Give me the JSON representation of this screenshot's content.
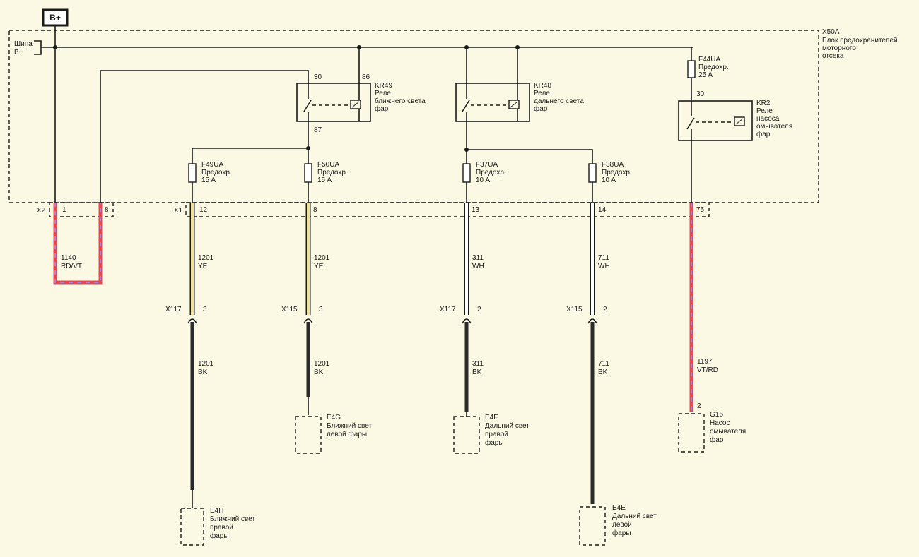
{
  "supply": {
    "label": "B+"
  },
  "fuse_block": {
    "id": "X50A",
    "name_lines": [
      "Блок предохранителей",
      "моторного",
      "отсека"
    ],
    "bus_lines": [
      "Шина",
      "B+"
    ]
  },
  "connectors": {
    "x2": "X2",
    "x1": "X1",
    "x117": "X117",
    "x115": "X115"
  },
  "pins": {
    "x2_1": "1",
    "x2_8": "8",
    "x1_12": "12",
    "x1_8": "8",
    "x1_13": "13",
    "x1_14": "14",
    "x1_75": "75",
    "x117_3": "3",
    "x115_3": "3",
    "x117_2": "2",
    "x115_2": "2",
    "g16_2": "2"
  },
  "relays": [
    {
      "id": "KR49",
      "lines": [
        "Реле",
        "ближнего света",
        "фар"
      ],
      "pin_in": "30",
      "pin_coil": "86",
      "pin_out": "87"
    },
    {
      "id": "KR48",
      "lines": [
        "Реле",
        "дальнего света",
        "фар"
      ]
    },
    {
      "id": "KR2",
      "lines": [
        "Реле",
        "насоса",
        "омывателя",
        "фар"
      ],
      "pin_in": "30"
    }
  ],
  "fuses": [
    {
      "id": "F49UA",
      "label": "Предохр.",
      "rating": "15 A"
    },
    {
      "id": "F50UA",
      "label": "Предохр.",
      "rating": "15 A"
    },
    {
      "id": "F37UA",
      "label": "Предохр.",
      "rating": "10 A"
    },
    {
      "id": "F38UA",
      "label": "Предохр.",
      "rating": "10 A"
    },
    {
      "id": "F44UA",
      "label": "Предохр.",
      "rating": "25 A"
    }
  ],
  "wires": [
    {
      "circuit": "1140",
      "color": "RD/VT",
      "hex": "#e8474f"
    },
    {
      "circuit": "1201",
      "color": "YE",
      "hex": "#efe39a"
    },
    {
      "circuit": "1201",
      "color": "YE",
      "hex": "#efe39a"
    },
    {
      "circuit": "311",
      "color": "WH",
      "hex": "#ffffff"
    },
    {
      "circuit": "711",
      "color": "WH",
      "hex": "#ffffff"
    },
    {
      "circuit": "1197",
      "color": "VT/RD",
      "hex": "#d78fd0"
    },
    {
      "circuit": "1201",
      "color": "BK",
      "hex": "#2a2a2a"
    },
    {
      "circuit": "1201",
      "color": "BK",
      "hex": "#2a2a2a"
    },
    {
      "circuit": "311",
      "color": "BK",
      "hex": "#2a2a2a"
    },
    {
      "circuit": "711",
      "color": "BK",
      "hex": "#2a2a2a"
    }
  ],
  "components": [
    {
      "id": "E4H",
      "lines": [
        "Ближний свет",
        "правой",
        "фары"
      ]
    },
    {
      "id": "E4G",
      "lines": [
        "Ближний свет",
        "левой фары"
      ]
    },
    {
      "id": "E4F",
      "lines": [
        "Дальний свет",
        "правой",
        "фары"
      ]
    },
    {
      "id": "E4E",
      "lines": [
        "Дальний свет",
        "левой",
        "фары"
      ]
    },
    {
      "id": "G16",
      "lines": [
        "Насос",
        "омывателя",
        "фар"
      ]
    }
  ],
  "colors": {
    "block_fill": "#f6f1cf",
    "background": "#fbf8e4",
    "ink": "#1a1a1a"
  }
}
